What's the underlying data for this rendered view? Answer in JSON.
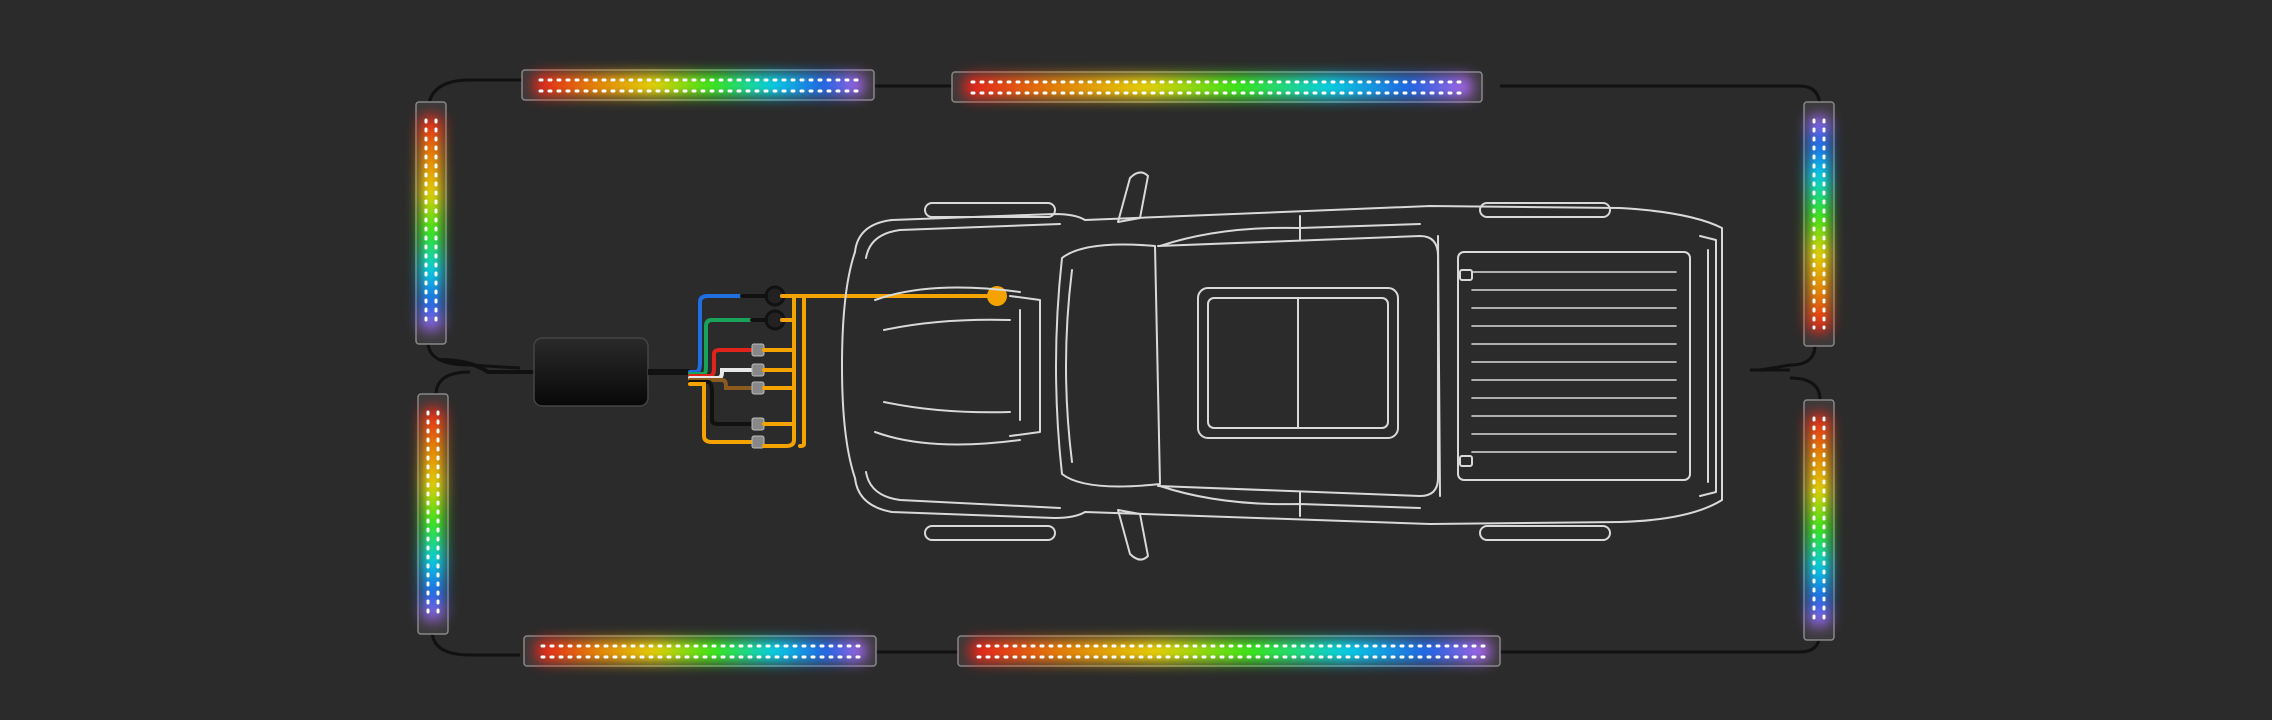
{
  "diagram": {
    "background": "#2b2b2b",
    "line_color": "#d9d9d9",
    "wire_colors": {
      "harness": "#f5a300",
      "blue": "#1f6fe0",
      "green": "#19a35a",
      "red": "#e0241b",
      "white": "#e8e8e8",
      "brown": "#8a5a1e",
      "black": "#111111"
    },
    "led_gradient": [
      "#ff1a1a",
      "#ff8c00",
      "#ffe600",
      "#39ff14",
      "#00e5ff",
      "#1e6bff",
      "#c86bff"
    ],
    "components": {
      "vehicle": "pickup-truck-top-view",
      "controller": "control-box",
      "strips": [
        "strip-top-left",
        "strip-top-right",
        "strip-bottom-left",
        "strip-bottom-right",
        "strip-left-upper",
        "strip-left-lower",
        "strip-right-upper",
        "strip-right-lower"
      ]
    }
  }
}
